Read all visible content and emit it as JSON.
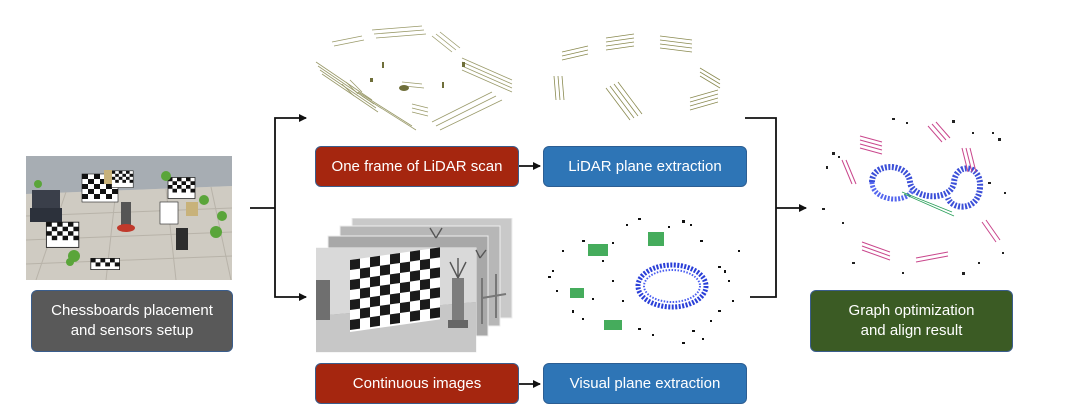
{
  "boxes": {
    "setup_line1": "Chessboards placement",
    "setup_line2": "and sensors setup",
    "lidar_scan": "One frame of LiDAR scan",
    "lidar_plane": "LiDAR plane extraction",
    "continuous_images": "Continuous images",
    "visual_plane": "Visual plane extraction",
    "result_line1": "Graph optimization",
    "result_line2": "and align result"
  },
  "colors": {
    "setup_box": "#595959",
    "red_box": "#a5260f",
    "blue_box": "#2e75b6",
    "green_box": "#3b5b24",
    "border": "#3a5d8c",
    "arrow": "#111111"
  },
  "icons": {
    "scene": "simulated-room-scene",
    "lidar_scan": "lidar-point-cloud",
    "lidar_planes": "lidar-plane-segments",
    "images": "chessboard-image-stack",
    "visual_planes": "visual-plane-point-cloud",
    "result": "aligned-point-cloud"
  }
}
